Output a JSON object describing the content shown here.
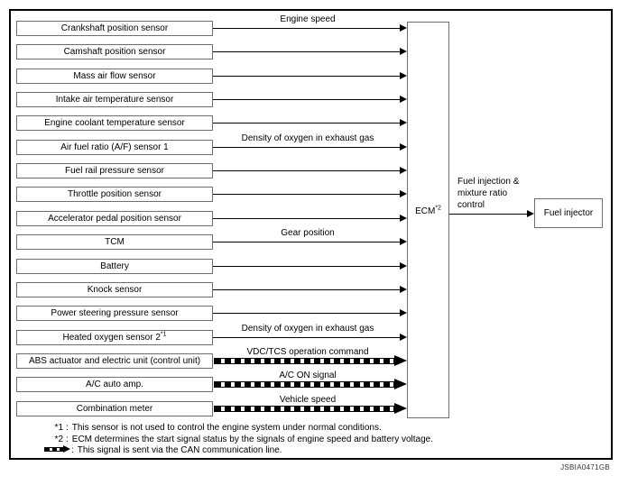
{
  "diagram": {
    "inputs": [
      {
        "label": "Crankshaft position sensor",
        "sup": "",
        "signal": "Engine speed",
        "can": false
      },
      {
        "label": "Camshaft position sensor",
        "sup": "",
        "signal": "",
        "can": false
      },
      {
        "label": "Mass air flow sensor",
        "sup": "",
        "signal": "",
        "can": false
      },
      {
        "label": "Intake air temperature sensor",
        "sup": "",
        "signal": "",
        "can": false
      },
      {
        "label": "Engine coolant temperature sensor",
        "sup": "",
        "signal": "",
        "can": false
      },
      {
        "label": "Air fuel ratio (A/F) sensor 1",
        "sup": "",
        "signal": "Density of oxygen in exhaust gas",
        "can": false
      },
      {
        "label": "Fuel rail pressure sensor",
        "sup": "",
        "signal": "",
        "can": false
      },
      {
        "label": "Throttle position sensor",
        "sup": "",
        "signal": "",
        "can": false
      },
      {
        "label": "Accelerator pedal position sensor",
        "sup": "",
        "signal": "",
        "can": false
      },
      {
        "label": "TCM",
        "sup": "",
        "signal": "Gear position",
        "can": false
      },
      {
        "label": "Battery",
        "sup": "",
        "signal": "",
        "can": false
      },
      {
        "label": "Knock sensor",
        "sup": "",
        "signal": "",
        "can": false
      },
      {
        "label": "Power steering pressure sensor",
        "sup": "",
        "signal": "",
        "can": false
      },
      {
        "label": "Heated oxygen sensor 2",
        "sup": "*1",
        "signal": "Density of oxygen in exhaust gas",
        "can": false
      },
      {
        "label": "ABS actuator and electric unit (control unit)",
        "sup": "",
        "signal": "VDC/TCS operation command",
        "can": true
      },
      {
        "label": "A/C auto amp.",
        "sup": "",
        "signal": "A/C ON signal",
        "can": true
      },
      {
        "label": "Combination meter",
        "sup": "",
        "signal": "Vehicle speed",
        "can": true
      }
    ],
    "ecm": {
      "label": "ECM",
      "sup": "*2"
    },
    "output": {
      "signal_lines": [
        "Fuel injection &",
        "mixture ratio",
        "control"
      ],
      "target": "Fuel injector"
    },
    "footnotes": [
      {
        "marker": "*1",
        "text": "This sensor is not used to control the engine system under normal conditions."
      },
      {
        "marker": "*2",
        "text": "ECM determines the start signal status by the signals of engine speed and battery voltage."
      },
      {
        "marker": "can-arrow-icon",
        "text": "This signal is sent via the CAN communication line."
      }
    ],
    "ref_code": "JSBIA0471GB",
    "colors": {
      "line": "#000000",
      "box_border": "#6e6e6e",
      "text": "#000000"
    }
  }
}
